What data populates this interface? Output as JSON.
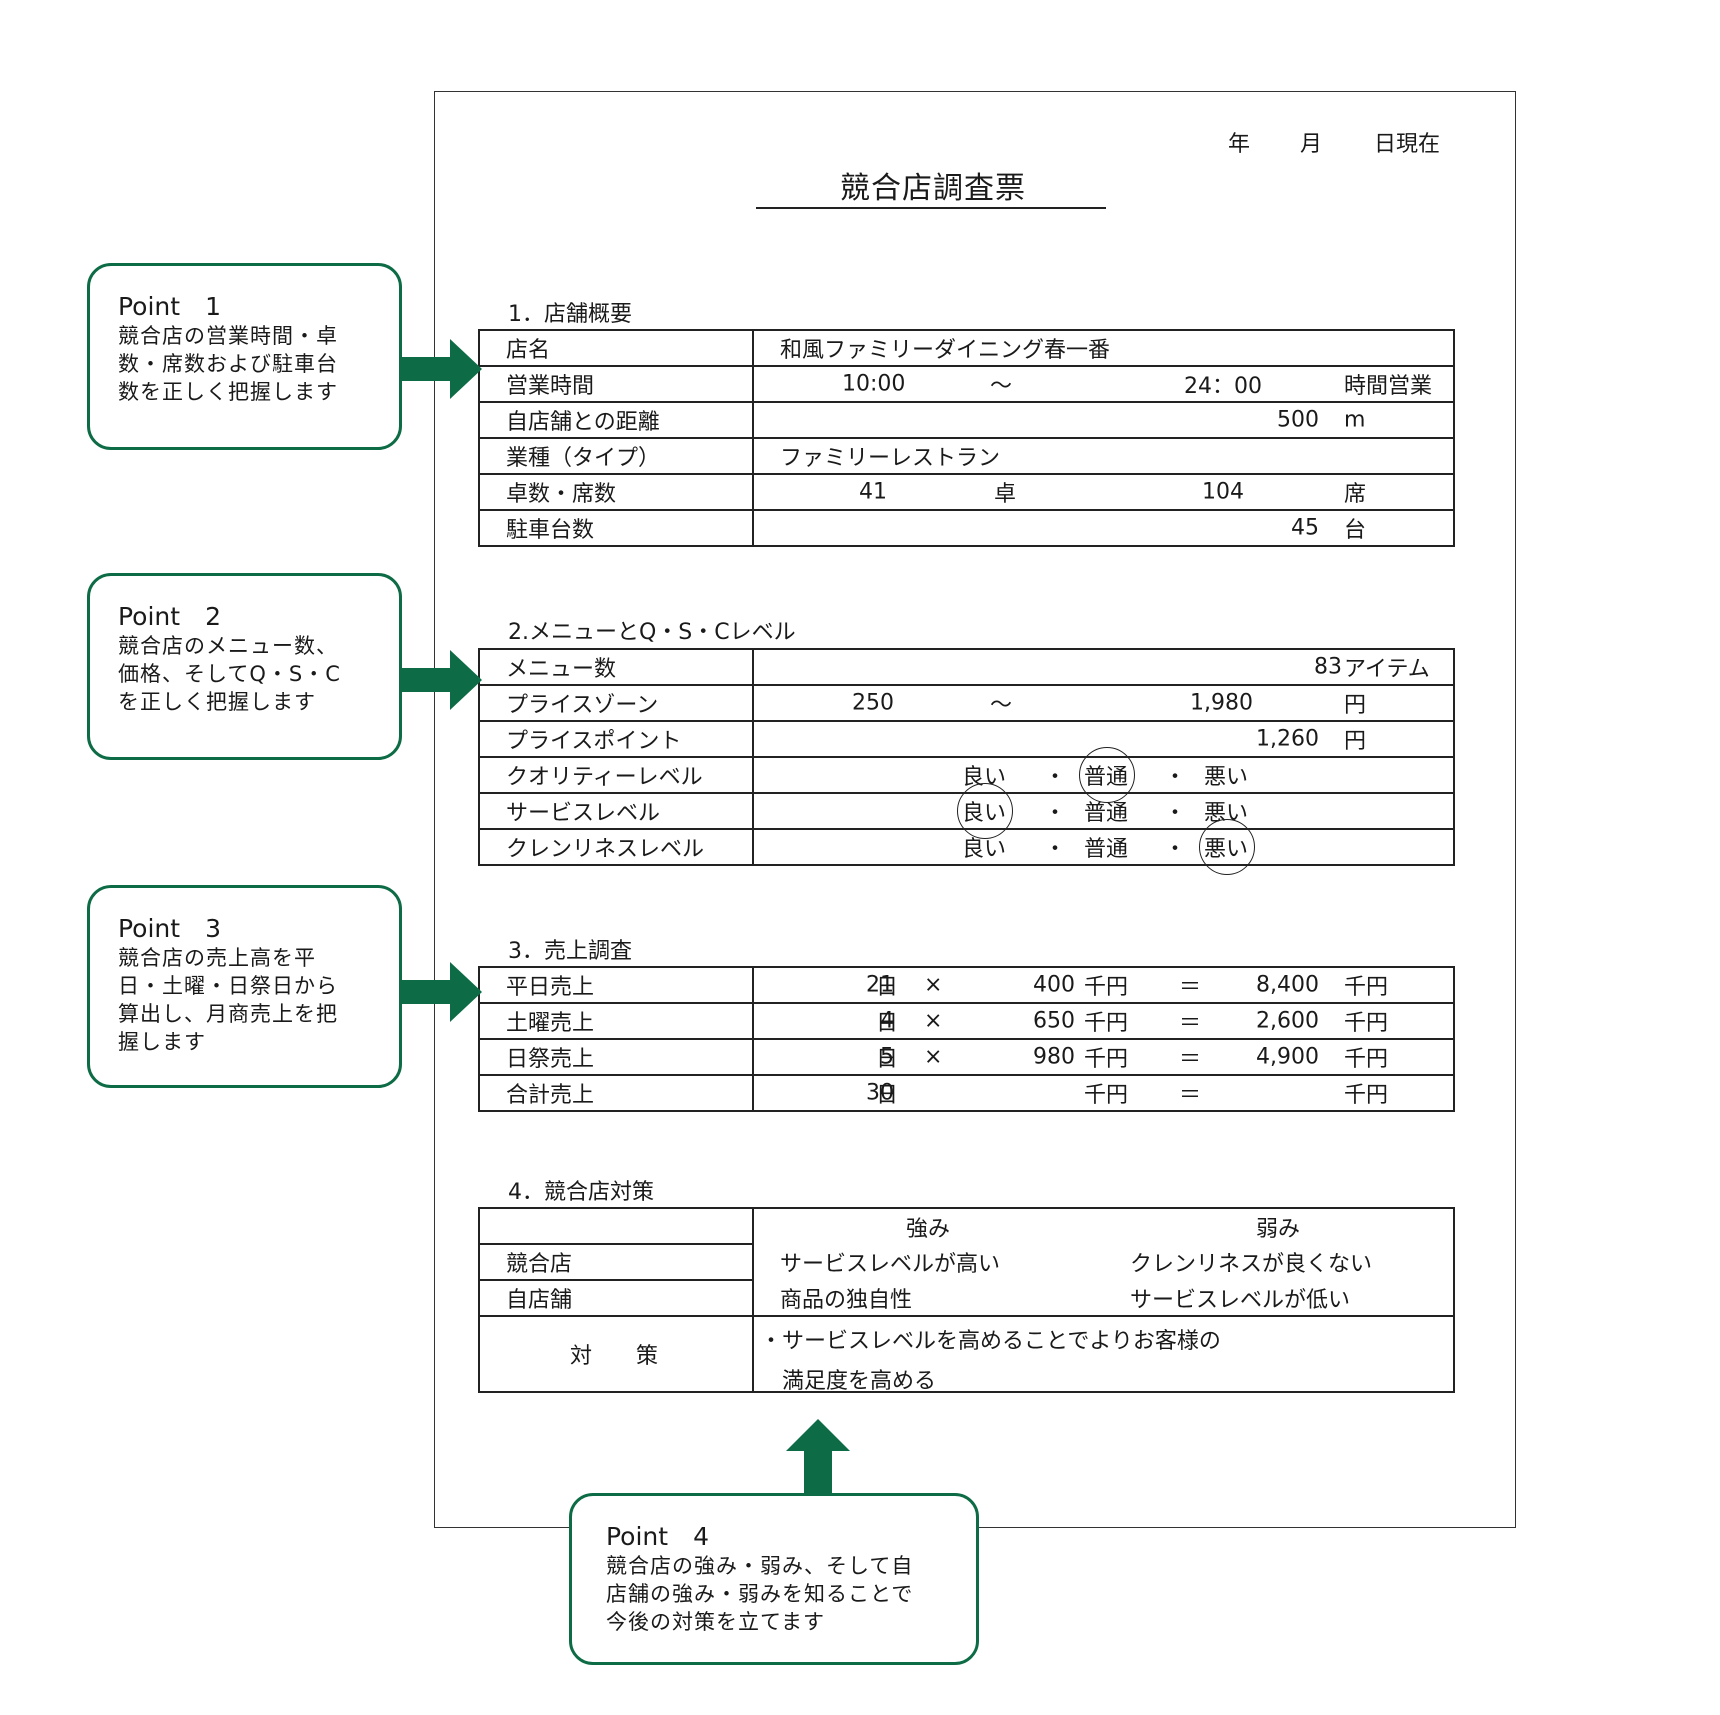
{
  "header": {
    "date_year": "年",
    "date_month": "月",
    "date_day": "日現在",
    "title": "競合店調査票"
  },
  "section1": {
    "heading": "1．店舗概要",
    "rows": {
      "store_name": {
        "label": "店名",
        "value": "和風ファミリーダイニング春一番"
      },
      "hours": {
        "label": "営業時間",
        "open": "10:00",
        "tilde": "～",
        "close": "24：00",
        "suffix": "時間営業"
      },
      "distance": {
        "label": "自店舗との距離",
        "value": "500",
        "unit": "m"
      },
      "business_type": {
        "label": "業種（タイプ）",
        "value": "ファミリーレストラン"
      },
      "tables_seats": {
        "label": "卓数・席数",
        "tables": "41",
        "tables_unit": "卓",
        "seats": "104",
        "seats_unit": "席"
      },
      "parking": {
        "label": "駐車台数",
        "value": "45",
        "unit": "台"
      }
    }
  },
  "section2": {
    "heading": "2.メニューとQ・S・Cレベル",
    "rows": {
      "menu_count": {
        "label": "メニュー数",
        "value": "83",
        "unit": "アイテム"
      },
      "price_zone": {
        "label": "プライスゾーン",
        "low": "250",
        "tilde": "～",
        "high": "1,980",
        "unit": "円"
      },
      "price_point": {
        "label": "プライスポイント",
        "value": "1,260",
        "unit": "円"
      },
      "quality": {
        "label": "クオリティーレベル",
        "circled": "普通"
      },
      "service": {
        "label": "サービスレベル",
        "circled": "良い"
      },
      "cleanliness": {
        "label": "クレンリネスレベル",
        "circled": "悪い"
      }
    },
    "options": {
      "good": "良い",
      "normal": "普通",
      "bad": "悪い",
      "dot": "・"
    }
  },
  "section3": {
    "heading": "3．売上調査",
    "rows": [
      {
        "label": "平日売上",
        "days": "21",
        "day_unit": "日",
        "times": "×",
        "per_day": "400",
        "per_unit": "千円",
        "eq": "＝",
        "total": "8,400",
        "total_unit": "千円"
      },
      {
        "label": "土曜売上",
        "days": "4",
        "day_unit": "日",
        "times": "×",
        "per_day": "650",
        "per_unit": "千円",
        "eq": "＝",
        "total": "2,600",
        "total_unit": "千円"
      },
      {
        "label": "日祭売上",
        "days": "5",
        "day_unit": "日",
        "times": "×",
        "per_day": "980",
        "per_unit": "千円",
        "eq": "＝",
        "total": "4,900",
        "total_unit": "千円"
      },
      {
        "label": "合計売上",
        "days": "30",
        "day_unit": "日",
        "times": "",
        "per_day": "",
        "per_unit": "千円",
        "eq": "＝",
        "total": "",
        "total_unit": "千円"
      }
    ]
  },
  "section4": {
    "heading": "4．競合店対策",
    "col_strength": "強み",
    "col_weakness": "弱み",
    "competitor": {
      "label": "競合店",
      "strength": "サービスレベルが高い",
      "weakness": "クレンリネスが良くない"
    },
    "own_store": {
      "label": "自店舗",
      "strength": "商品の独自性",
      "weakness": "サービスレベルが低い"
    },
    "measures": {
      "label": "対　　策",
      "line1": "・サービスレベルを高めることでよりお客様の",
      "line2": "満足度を高める"
    }
  },
  "points": [
    {
      "title": "Point　1",
      "lines": [
        "競合店の営業時間・卓",
        "数・席数および駐車台",
        "数を正しく把握します"
      ]
    },
    {
      "title": "Point　2",
      "lines": [
        "競合店のメニュー数、",
        "価格、そしてQ・S・C",
        "を正しく把握します"
      ]
    },
    {
      "title": "Point　3",
      "lines": [
        "競合店の売上高を平",
        "日・土曜・日祭日から",
        "算出し、月商売上を把",
        "握します"
      ]
    },
    {
      "title": "Point　4",
      "lines": [
        "競合店の強み・弱み、そして自",
        "店舗の強み・弱みを知ることで",
        "今後の対策を立てます"
      ]
    }
  ],
  "colors": {
    "accent_green": "#0d6b45",
    "border": "#222222"
  }
}
